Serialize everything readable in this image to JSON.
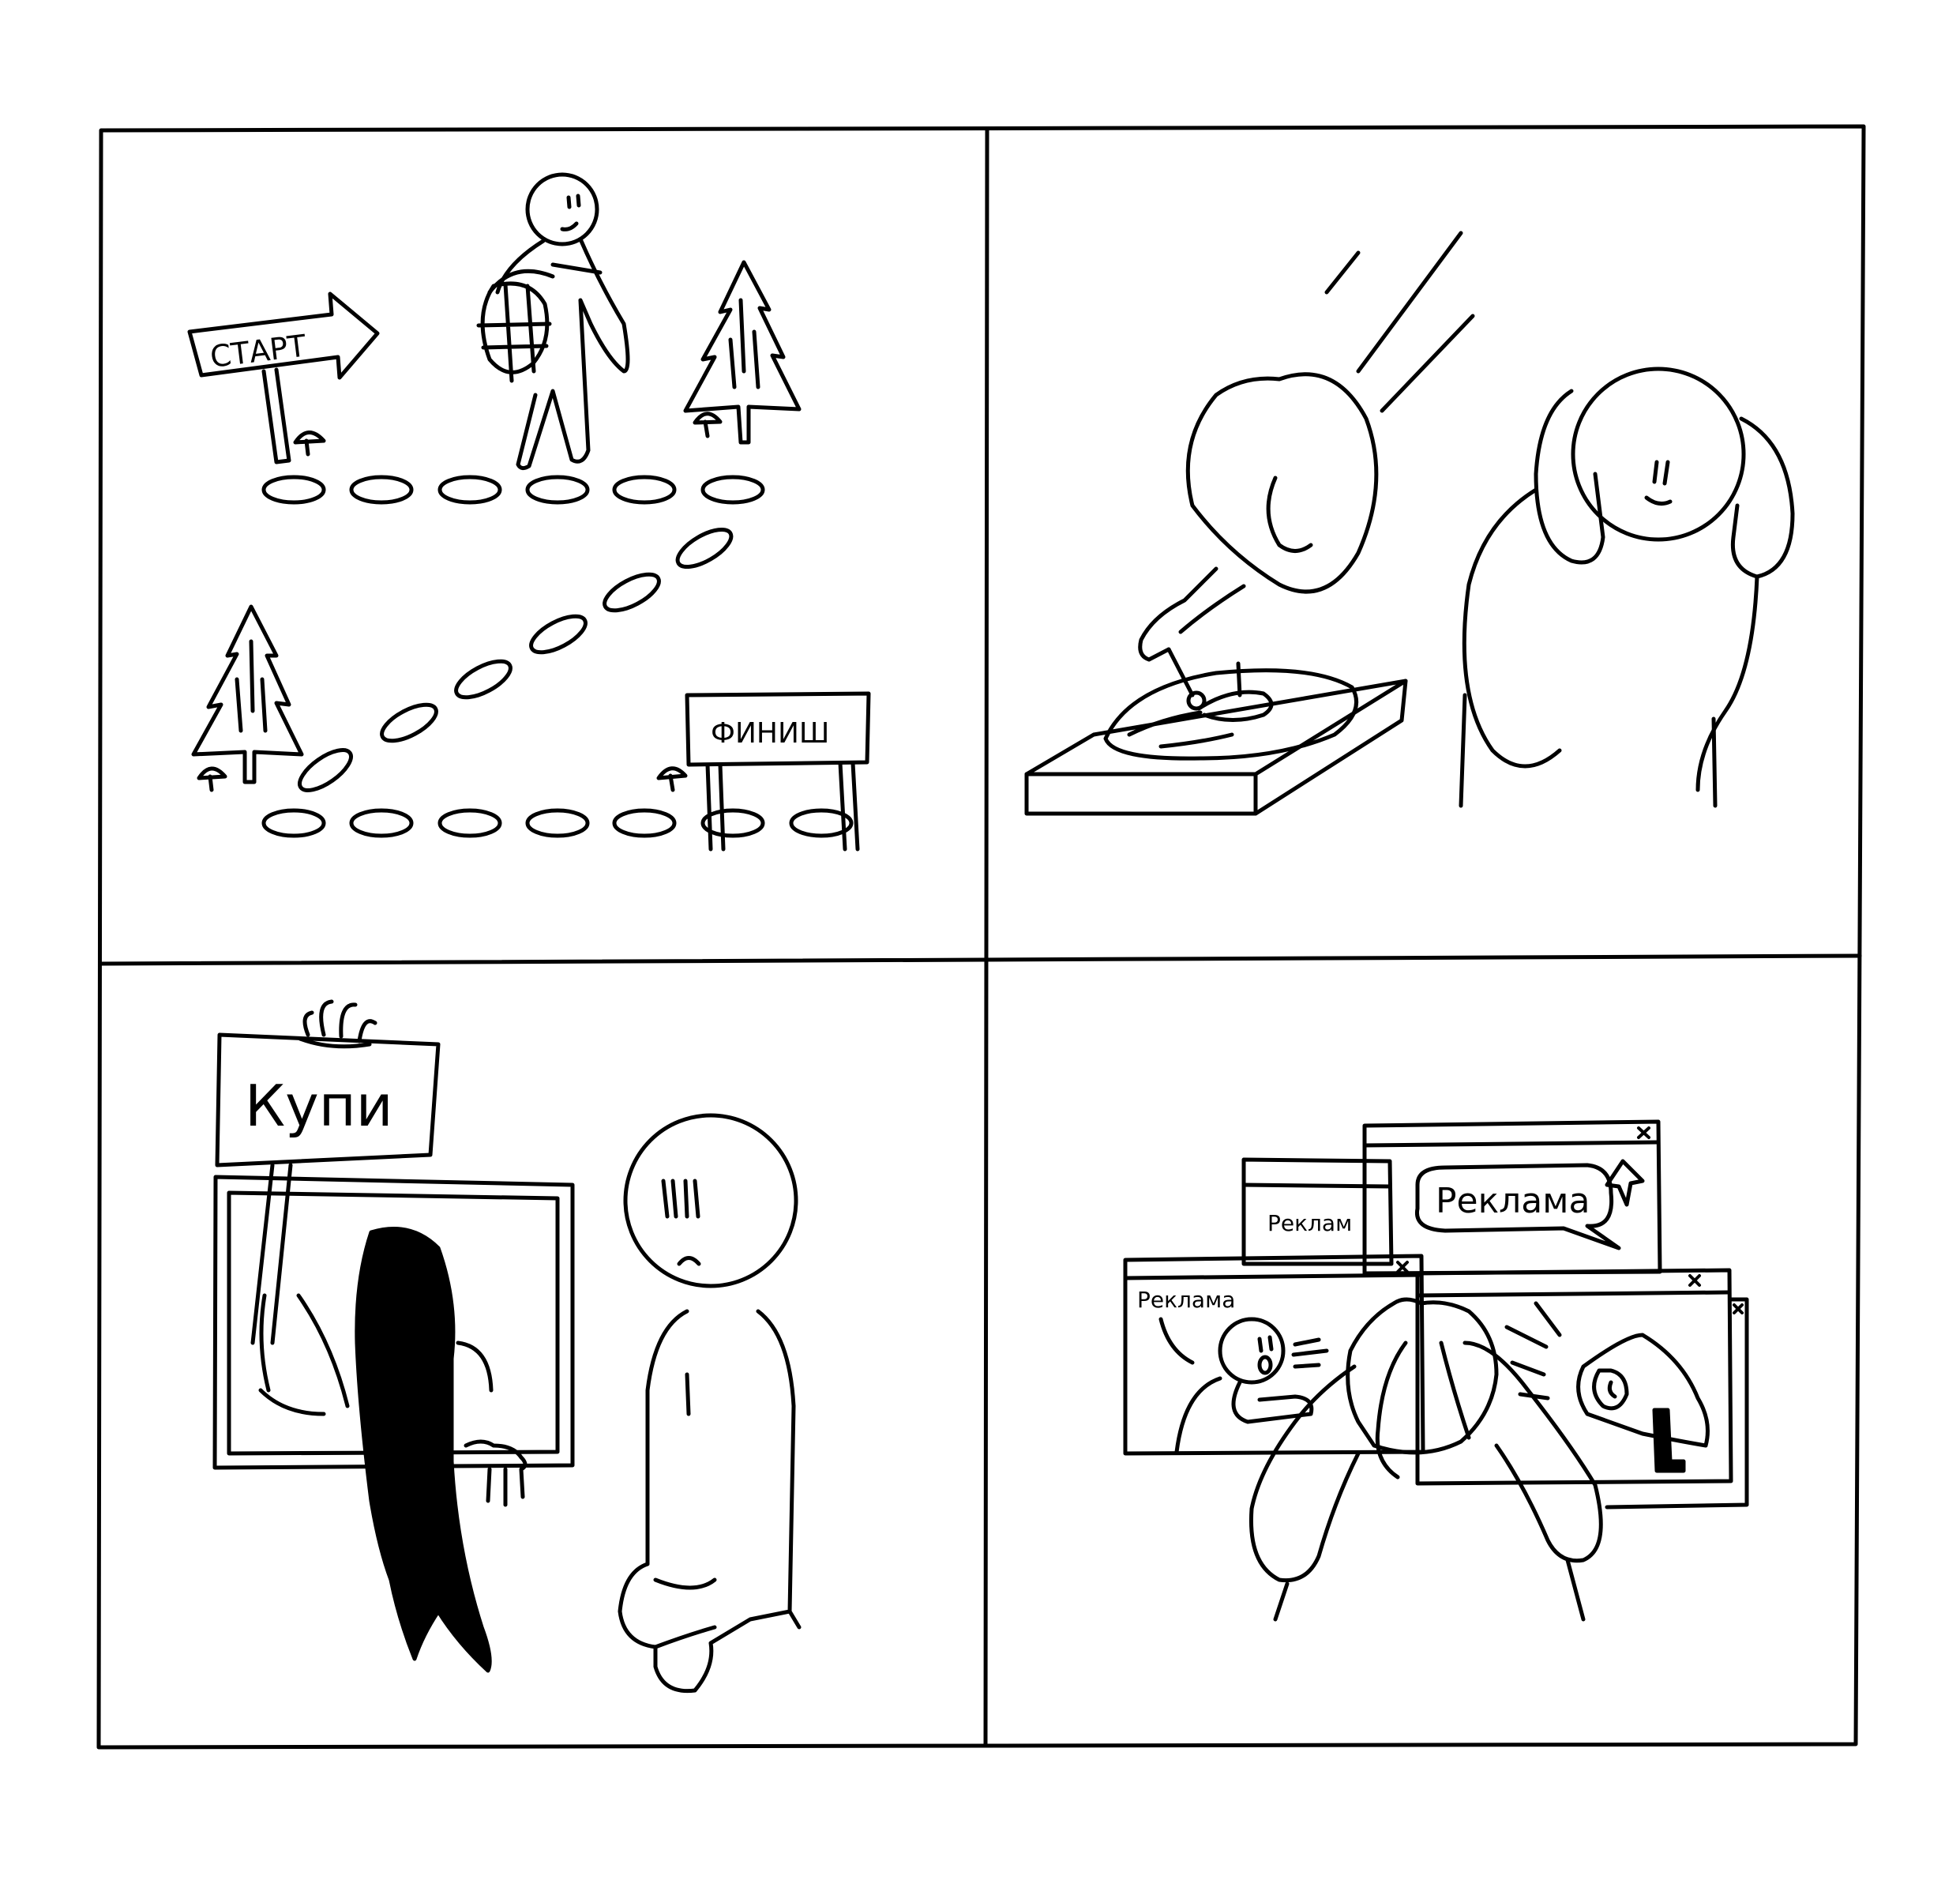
{
  "panels": {
    "path": {
      "start_sign": "СТАРТ",
      "finish_sign": "ФИНИШ"
    },
    "gramophone": {},
    "window": {
      "sign": "Купи"
    },
    "ads": {
      "window_back_left_text": "Реклам",
      "window_back_right_bubble": "Реклама",
      "window_front_left_label": "Реклама"
    }
  }
}
